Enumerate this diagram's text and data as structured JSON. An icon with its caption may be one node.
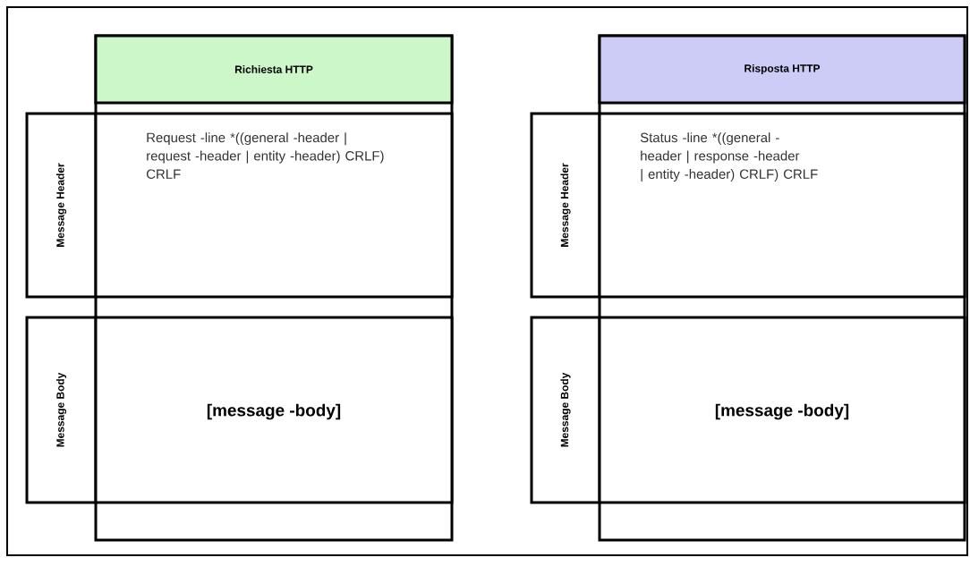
{
  "diagram": {
    "nodes": [
      {
        "text": [
          "Richiesta HTTP"
        ]
      },
      {
        "text": [
          "Message Header"
        ]
      },
      {
        "text": [
          "Request -line *((general -header | request -header | entity -header) CRLF) CRLF"
        ]
      },
      {
        "text": [
          "Message Body"
        ]
      },
      {
        "text": [
          "[message -body]"
        ]
      },
      {
        "text": [
          "Risposta HTTP"
        ]
      },
      {
        "text": [
          "Message Header"
        ]
      },
      {
        "text": [
          "Status -line *((general -header | response -header | entity -header) CRLF) CRLF"
        ]
      },
      {
        "text": [
          "Message Body"
        ]
      },
      {
        "text": [
          "[message -body]"
        ]
      }
    ]
  }
}
